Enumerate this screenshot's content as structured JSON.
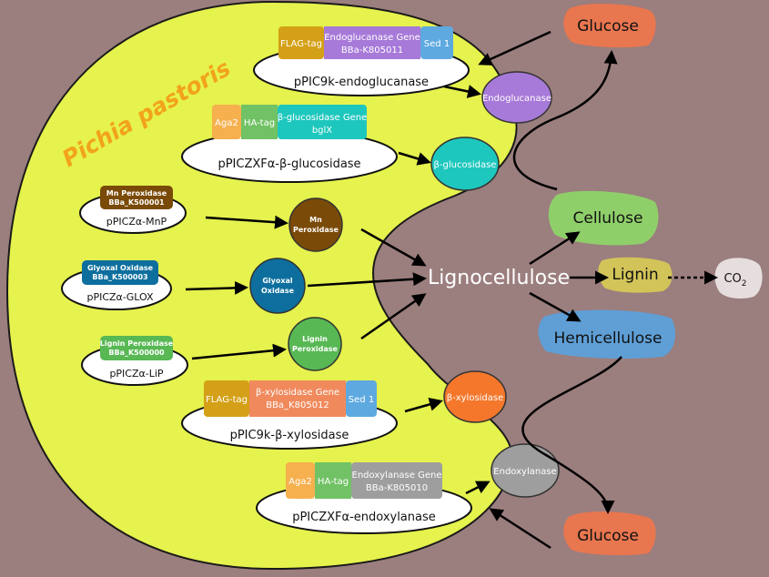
{
  "organism": "Pichia pastoris",
  "center": "Lignocellulose",
  "products": {
    "glucose_top": "Glucose",
    "glucose_bottom": "Glucose",
    "cellulose": "Cellulose",
    "lignin": "Lignin",
    "hemicellulose": "Hemicellulose",
    "co2": "CO",
    "co2_sub": "2"
  },
  "plasmids": [
    {
      "name": "pPICZα-MnP",
      "gene_line1": "Mn Peroxidase",
      "gene_line2": "BBa_K500001"
    },
    {
      "name": "pPICZα-GLOX",
      "gene_line1": "Glyoxal Oxidase",
      "gene_line2": "BBa_K500003"
    },
    {
      "name": "pPICZα-LiP",
      "gene_line1": "Lignin Peroxidase",
      "gene_line2": "BBa_K500000"
    }
  ],
  "constructs": {
    "endoglucanase": {
      "tag1": "FLAG-tag",
      "gene_line1": "Endoglucanase Gene",
      "gene_line2": "BBa-K805011",
      "tag2": "Sed 1",
      "plasmid": "pPIC9k-endoglucanase"
    },
    "glucosidase": {
      "tag1": "Aga2",
      "tag2": "HA-tag",
      "gene_line1": "β-glucosidase Gene",
      "gene_line2": "bglX",
      "plasmid": "pPICZXFα-β-glucosidase"
    },
    "xylosidase": {
      "tag1": "FLAG-tag",
      "gene_line1": "β-xylosidase Gene",
      "gene_line2": "BBa_K805012",
      "tag2": "Sed 1",
      "plasmid": "pPIC9k-β-xylosidase"
    },
    "endoxylanase": {
      "tag1": "Aga2",
      "tag2": "HA-tag",
      "gene_line1": "Endoxylanase Gene",
      "gene_line2": "BBa-K805010",
      "plasmid": "pPICZXFα-endoxylanase"
    }
  },
  "enzymes": {
    "endoglucanase": "Endoglucanase",
    "glucosidase": "β-glucosidase",
    "mn_line1": "Mn",
    "mn_line2": "Peroxidase",
    "glox_line1": "Glyoxal",
    "glox_line2": "Oxidase",
    "lip_line1": "Lignin",
    "lip_line2": "Peroxidase",
    "xylosidase": "β-xylosidase",
    "endoxylanase": "Endoxylanase"
  },
  "colors": {
    "background": "#9b7e7e",
    "cell": "#e6f24d",
    "glucose": "#e8764f",
    "cellulose": "#8fcf6a",
    "lignin": "#d2c458",
    "hemicellulose": "#5f9fd6",
    "co2": "#e6dede",
    "endoglucanase": "#a779d8",
    "glucosidase": "#1ec7bd",
    "mn_peroxidase": "#7a4a08",
    "glyoxal_oxidase": "#0e6f9e",
    "lignin_peroxidase": "#58b854",
    "xylosidase": "#f4772b",
    "endoxylanase": "#9e9e9e",
    "title": "#f2a31b"
  }
}
